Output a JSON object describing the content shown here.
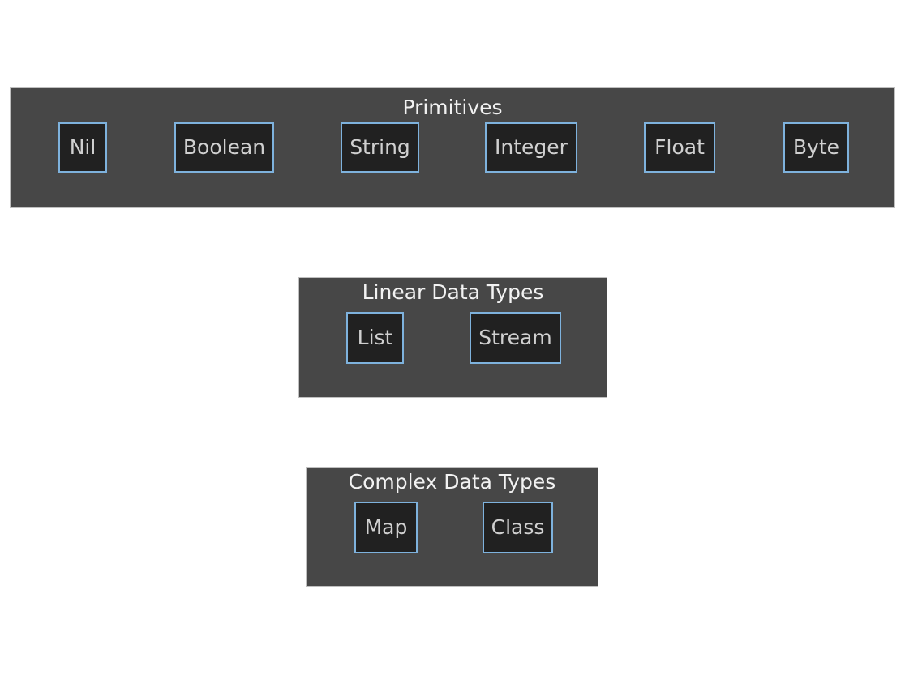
{
  "diagram": {
    "background_color": "#ffffff",
    "group_fill_color": "#474747",
    "group_border_color": "#bfbfbf",
    "node_fill_color": "#212121",
    "node_border_color": "#7eb2dd",
    "title_text_color": "#f2f2f2",
    "node_text_color": "#d0d0d0",
    "groups": [
      {
        "id": "primitives",
        "title": "Primitives",
        "nodes": [
          {
            "label": "Nil"
          },
          {
            "label": "Boolean"
          },
          {
            "label": "String"
          },
          {
            "label": "Integer"
          },
          {
            "label": "Float"
          },
          {
            "label": "Byte"
          }
        ]
      },
      {
        "id": "linear",
        "title": "Linear Data Types",
        "nodes": [
          {
            "label": "List"
          },
          {
            "label": "Stream"
          }
        ]
      },
      {
        "id": "complex",
        "title": "Complex Data Types",
        "nodes": [
          {
            "label": "Map"
          },
          {
            "label": "Class"
          }
        ]
      }
    ]
  }
}
